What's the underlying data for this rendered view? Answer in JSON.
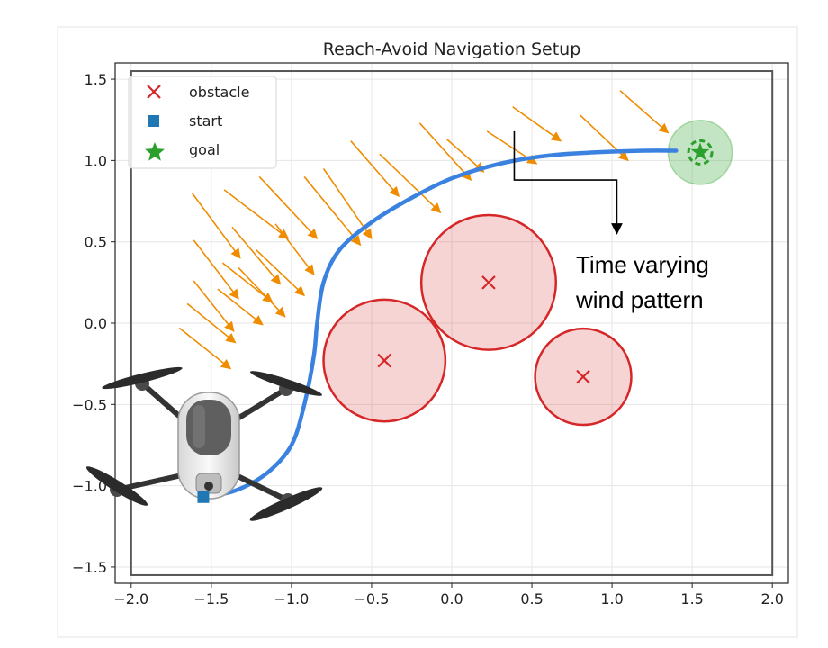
{
  "chart_data": {
    "type": "scatter",
    "title": "Reach-Avoid Navigation Setup",
    "xlabel": "",
    "ylabel": "",
    "xlim": [
      -2.1,
      2.1
    ],
    "ylim": [
      -1.6,
      1.6
    ],
    "xticks": [
      -2.0,
      -1.5,
      -1.0,
      -0.5,
      0.0,
      0.5,
      1.0,
      1.5,
      2.0
    ],
    "yticks": [
      -1.5,
      -1.0,
      -0.5,
      0.0,
      0.5,
      1.0,
      1.5
    ],
    "xtick_labels": [
      "−2.0",
      "−1.5",
      "−1.0",
      "−0.5",
      "0.0",
      "0.5",
      "1.0",
      "1.5",
      "2.0"
    ],
    "ytick_labels": [
      "−1.5",
      "−1.0",
      "−0.5",
      "0.0",
      "0.5",
      "1.0",
      "1.5"
    ],
    "grid": true,
    "arena": {
      "x": [
        -2.0,
        2.0
      ],
      "y": [
        -1.55,
        1.55
      ]
    },
    "legend": {
      "placement": "top-left",
      "entries": [
        {
          "label": "obstacle",
          "marker": "x",
          "color": "#d62728"
        },
        {
          "label": "start",
          "marker": "square",
          "color": "#1f77b4"
        },
        {
          "label": "goal",
          "marker": "star",
          "color": "#2ca02c"
        }
      ]
    },
    "obstacles": [
      {
        "x": -0.42,
        "y": -0.23,
        "r": 0.38
      },
      {
        "x": 0.23,
        "y": 0.25,
        "r": 0.42
      },
      {
        "x": 0.82,
        "y": -0.33,
        "r": 0.3
      }
    ],
    "start": {
      "x": -1.55,
      "y": -1.07
    },
    "goal": {
      "x": 1.55,
      "y": 1.05,
      "r": 0.2
    },
    "trajectory": [
      [
        -1.55,
        -1.07
      ],
      [
        -1.35,
        -1.03
      ],
      [
        -1.15,
        -0.92
      ],
      [
        -1.0,
        -0.75
      ],
      [
        -0.92,
        -0.5
      ],
      [
        -0.86,
        -0.2
      ],
      [
        -0.84,
        0.0
      ],
      [
        -0.8,
        0.25
      ],
      [
        -0.7,
        0.45
      ],
      [
        -0.5,
        0.62
      ],
      [
        -0.25,
        0.77
      ],
      [
        0.0,
        0.89
      ],
      [
        0.3,
        0.98
      ],
      [
        0.6,
        1.03
      ],
      [
        0.9,
        1.05
      ],
      [
        1.2,
        1.06
      ],
      [
        1.4,
        1.06
      ]
    ],
    "wind_arrows": [
      [
        -1.62,
        0.8,
        -1.32,
        0.4
      ],
      [
        -1.42,
        0.82,
        -1.02,
        0.52
      ],
      [
        -1.2,
        0.9,
        -0.84,
        0.52
      ],
      [
        -0.92,
        0.9,
        -0.57,
        0.48
      ],
      [
        -0.8,
        0.95,
        -0.5,
        0.52
      ],
      [
        -0.63,
        1.12,
        -0.33,
        0.78
      ],
      [
        -0.45,
        1.04,
        -0.07,
        0.68
      ],
      [
        -0.2,
        1.23,
        0.12,
        0.88
      ],
      [
        -0.03,
        1.13,
        0.2,
        0.93
      ],
      [
        0.22,
        1.18,
        0.53,
        0.98
      ],
      [
        0.38,
        1.33,
        0.68,
        1.12
      ],
      [
        0.8,
        1.28,
        1.1,
        1.0
      ],
      [
        1.05,
        1.43,
        1.35,
        1.17
      ],
      [
        -1.61,
        0.51,
        -1.33,
        0.15
      ],
      [
        -1.37,
        0.59,
        -1.07,
        0.24
      ],
      [
        -1.1,
        0.61,
        -0.86,
        0.3
      ],
      [
        -1.61,
        0.26,
        -1.36,
        -0.05
      ],
      [
        -1.43,
        0.37,
        -1.12,
        0.13
      ],
      [
        -1.22,
        0.45,
        -0.92,
        0.17
      ],
      [
        -1.65,
        0.12,
        -1.35,
        -0.12
      ],
      [
        -1.46,
        0.21,
        -1.18,
        -0.01
      ],
      [
        -1.33,
        0.34,
        -1.04,
        0.04
      ],
      [
        -1.7,
        -0.03,
        -1.38,
        -0.28
      ]
    ],
    "annotations": [
      {
        "text": "Time varying",
        "anchor": [
          0.39,
          1.18
        ],
        "corner": [
          0.39,
          0.88
        ],
        "target": [
          1.03,
          0.55
        ]
      },
      {
        "text": "wind pattern"
      }
    ],
    "colors": {
      "trajectory": "#3b82e0",
      "wind": "#f08c00",
      "obstacle": "#d62728",
      "goal": "#2ca02c",
      "start": "#1f77b4"
    },
    "icons": [
      "quadcopter-drone-icon"
    ]
  }
}
